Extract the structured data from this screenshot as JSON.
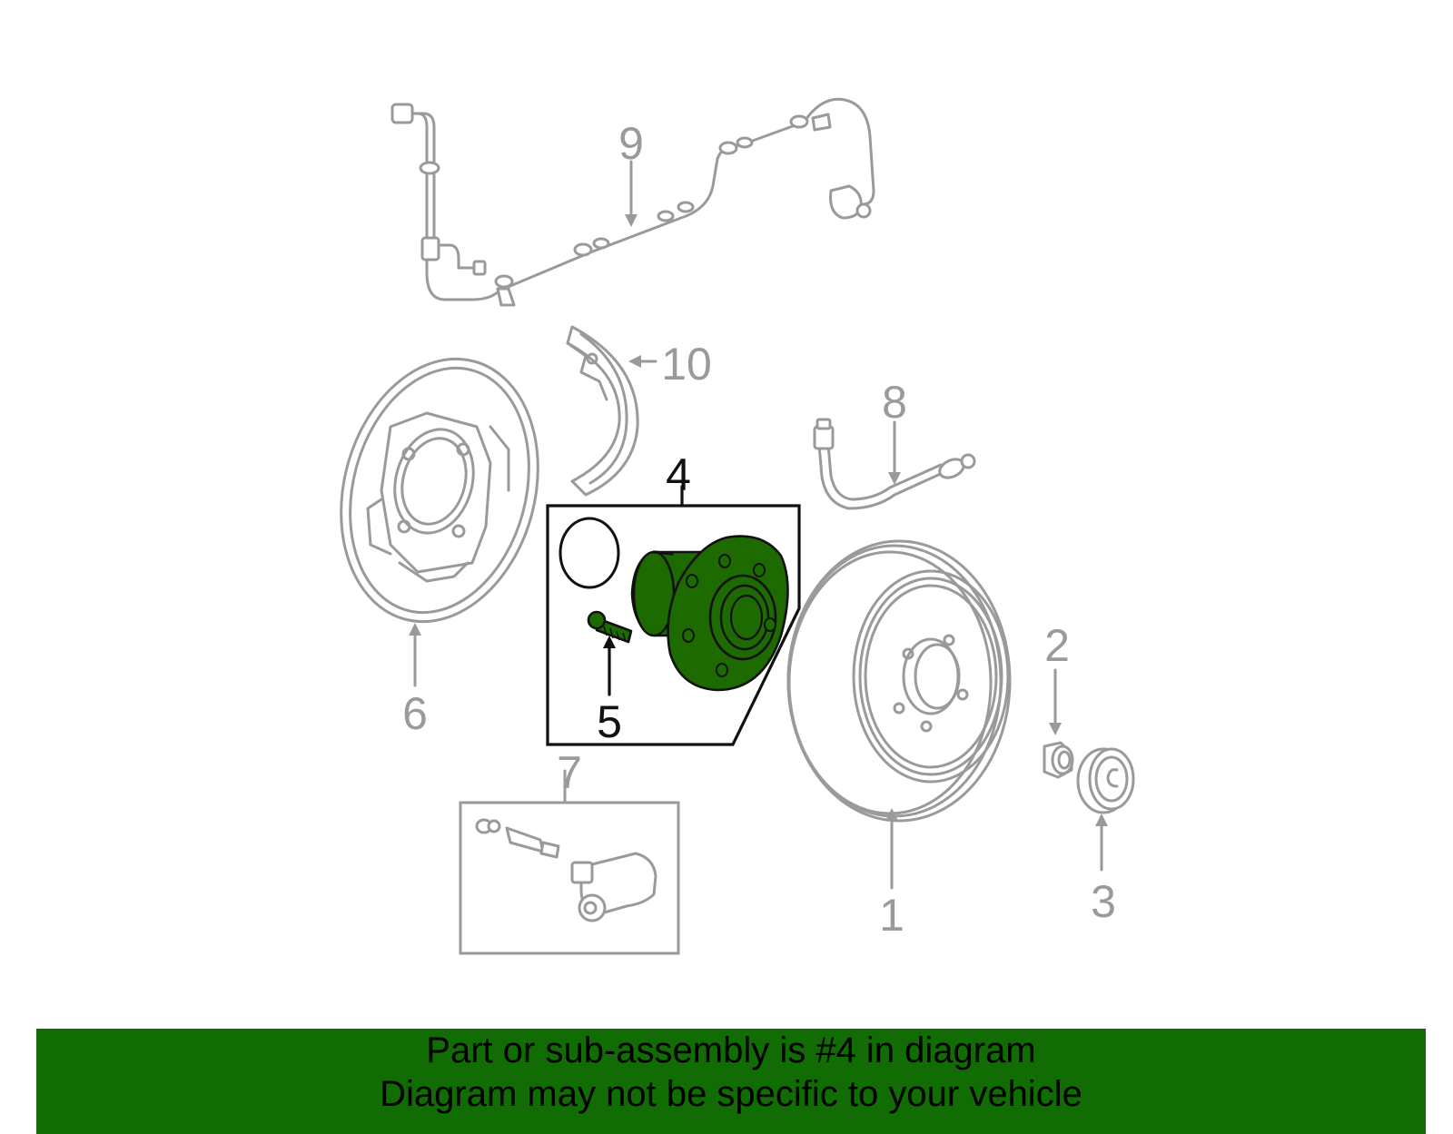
{
  "callouts": {
    "c1": "1",
    "c2": "2",
    "c3": "3",
    "c4": "4",
    "c5": "5",
    "c6": "6",
    "c7": "7",
    "c8": "8",
    "c9": "9",
    "c10": "10"
  },
  "banner": {
    "line1": "Part or sub-assembly is #4 in diagram",
    "line2": "Diagram may not be specific to your vehicle"
  },
  "colors": {
    "highlight_part": "#1d6b00",
    "banner_bg": "#106c03",
    "other_parts": "#9a9a9a"
  }
}
